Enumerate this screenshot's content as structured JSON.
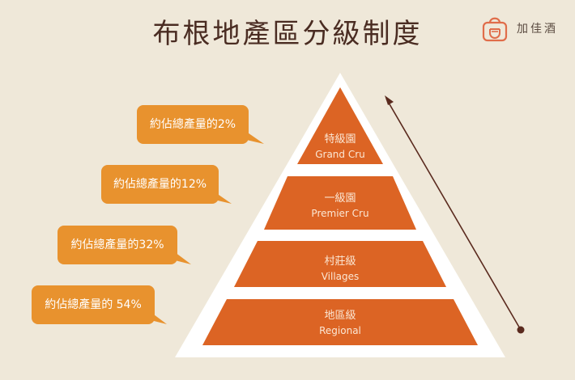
{
  "title": "布根地產區分級制度",
  "brand": {
    "name": "加佳酒",
    "icon": "shopping-bag-icon"
  },
  "colors": {
    "background": "#efe8d9",
    "tier": "#dc6424",
    "bubble": "#e8922e",
    "arrow": "#5a2a1e",
    "title": "#4a2c22"
  },
  "tiers": [
    {
      "cn": "特級園",
      "en": "Grand Cru"
    },
    {
      "cn": "一級園",
      "en": "Premier Cru"
    },
    {
      "cn": "村莊級",
      "en": "Villages"
    },
    {
      "cn": "地區級",
      "en": "Regional"
    }
  ],
  "bubbles": [
    {
      "text": "約佔總產量的2%"
    },
    {
      "text": "約佔總產量的12%"
    },
    {
      "text": "約佔總產量的32%"
    },
    {
      "text": "約佔總產量的 54%"
    }
  ]
}
